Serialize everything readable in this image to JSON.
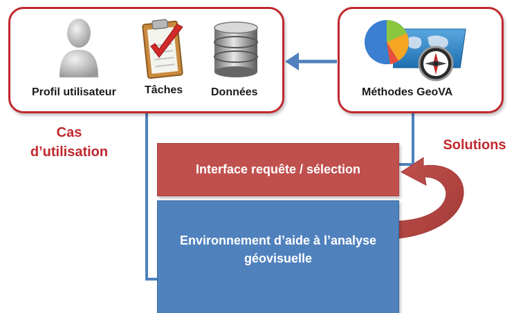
{
  "user_box": {
    "profile_label": "Profil utilisateur",
    "tasks_label": "Tâches",
    "data_label": "Données"
  },
  "methods_box": {
    "label": "Méthodes GeoVA"
  },
  "use_cases_label": "Cas d’utilisation",
  "solutions_label": "Solutions",
  "query_interface_label": "Interface requête / sélection",
  "environment_label": "Environnement d’aide à l’analyse géovisuelle",
  "colors": {
    "accent_red": "#c0282d",
    "box_red": "#c0504d",
    "box_blue": "#4f81bd",
    "connector_blue": "#4f81bd"
  },
  "icons": [
    "user-silhouette-icon",
    "clipboard-checkmark-icon",
    "database-icon",
    "pie-chart-icon",
    "world-map-icon",
    "compass-icon"
  ]
}
